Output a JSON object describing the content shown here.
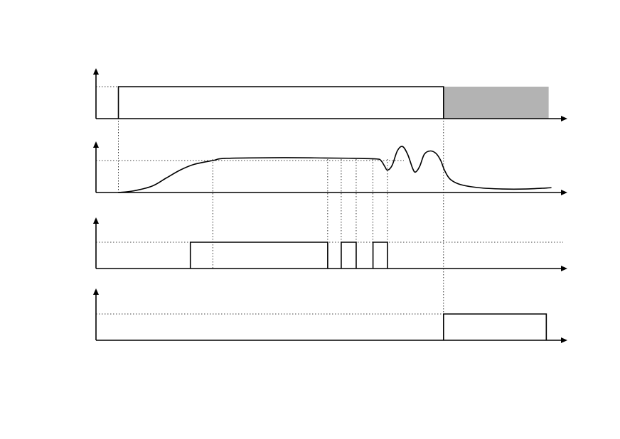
{
  "diagram": {
    "type": "timing-diagram",
    "time_range": [
      0,
      100
    ],
    "colors": {
      "stroke": "#000000",
      "shade": "#b3b3b3",
      "background": "#ffffff"
    },
    "channels": [
      {
        "id": "ch1",
        "kind": "pulse",
        "level": 1,
        "high_intervals": [
          [
            4.8,
            74.4
          ]
        ],
        "shaded_intervals": [
          [
            74.4,
            96.9
          ]
        ]
      },
      {
        "id": "ch2",
        "kind": "analog",
        "level": 1,
        "points": [
          [
            4.8,
            0.0
          ],
          [
            8,
            0.05
          ],
          [
            12,
            0.2
          ],
          [
            15,
            0.45
          ],
          [
            18,
            0.7
          ],
          [
            21,
            0.88
          ],
          [
            25,
            1.0
          ],
          [
            28,
            1.07
          ],
          [
            40,
            1.09
          ],
          [
            49,
            1.08
          ],
          [
            55,
            1.07
          ],
          [
            60,
            1.05
          ],
          [
            61,
            1.0
          ],
          [
            61.8,
            0.82
          ],
          [
            62.4,
            0.7
          ],
          [
            63.4,
            0.85
          ],
          [
            64.5,
            1.3
          ],
          [
            65.6,
            1.44
          ],
          [
            66.7,
            1.2
          ],
          [
            67.8,
            0.75
          ],
          [
            68.4,
            0.64
          ],
          [
            69.3,
            0.82
          ],
          [
            70.3,
            1.2
          ],
          [
            71.6,
            1.3
          ],
          [
            72.8,
            1.22
          ],
          [
            73.8,
            1.0
          ],
          [
            74.6,
            0.7
          ],
          [
            75.8,
            0.42
          ],
          [
            78,
            0.25
          ],
          [
            82,
            0.15
          ],
          [
            87,
            0.11
          ],
          [
            92,
            0.11
          ],
          [
            97.5,
            0.15
          ]
        ]
      },
      {
        "id": "ch3",
        "kind": "pulse",
        "level": 1,
        "high_intervals": [
          [
            20.2,
            49.6
          ],
          [
            52.5,
            55.7
          ],
          [
            59.3,
            62.4
          ]
        ]
      },
      {
        "id": "ch4",
        "kind": "pulse",
        "level": 1,
        "high_intervals": [
          [
            74.4,
            96.4
          ]
        ]
      }
    ],
    "guide_times": [
      4.8,
      25,
      49.6,
      52.5,
      55.7,
      59.3,
      62.4,
      74.4
    ]
  }
}
